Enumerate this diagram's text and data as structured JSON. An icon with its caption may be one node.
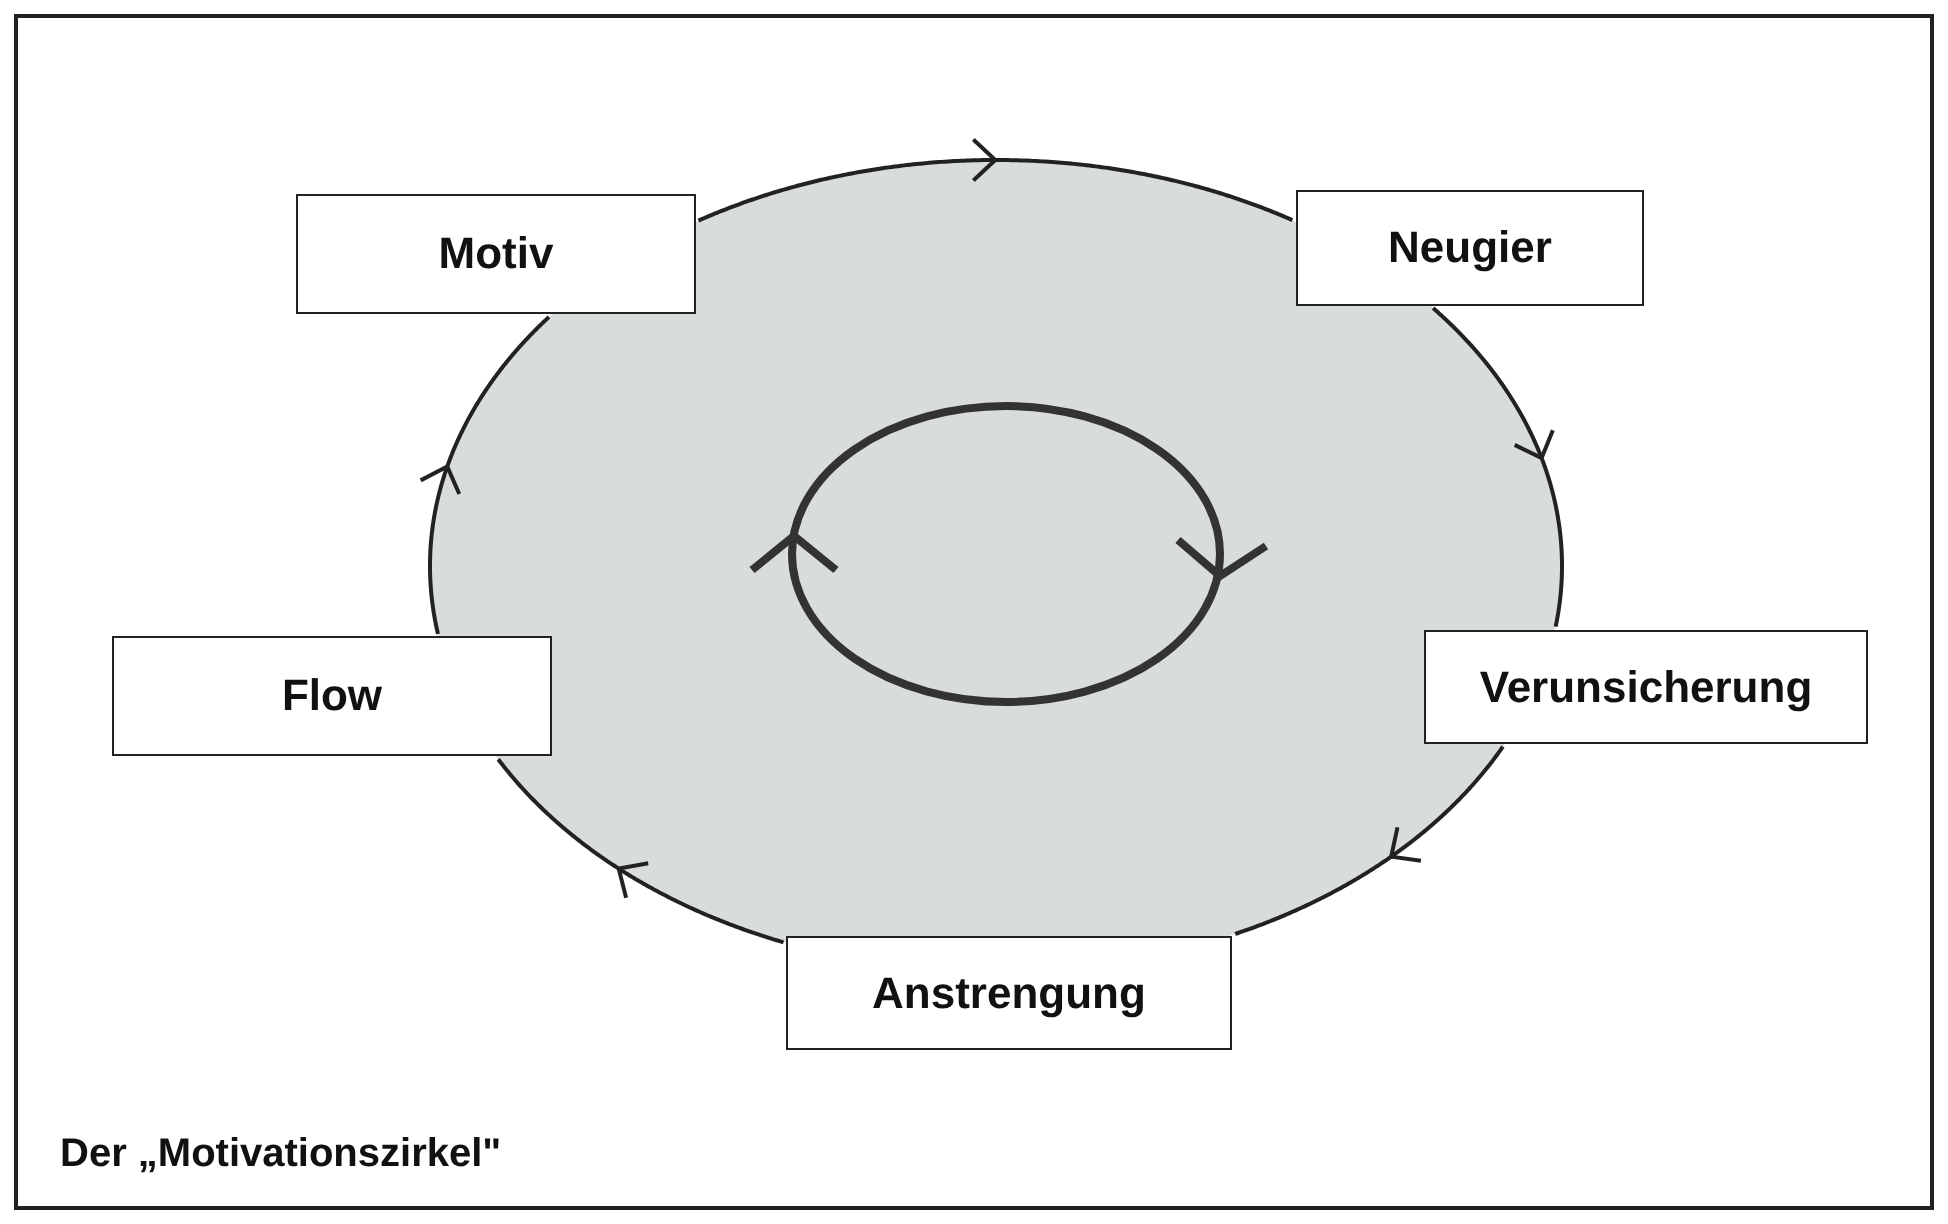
{
  "diagram": {
    "caption": "Der „Motivationszirkel\"",
    "nodes": [
      {
        "text": [
          "Motiv"
        ]
      },
      {
        "text": [
          "Neugier"
        ]
      },
      {
        "text": [
          "Verunsicherung"
        ]
      },
      {
        "text": [
          "Anstrengung"
        ]
      },
      {
        "text": [
          "Flow"
        ]
      }
    ],
    "edges": [
      {
        "from": 0,
        "to": 1,
        "arrow": "to"
      },
      {
        "from": 1,
        "to": 2,
        "arrow": "to"
      },
      {
        "from": 2,
        "to": 3,
        "arrow": "to"
      },
      {
        "from": 3,
        "to": 4,
        "arrow": "to"
      },
      {
        "from": 4,
        "to": 0,
        "arrow": "to"
      }
    ]
  }
}
